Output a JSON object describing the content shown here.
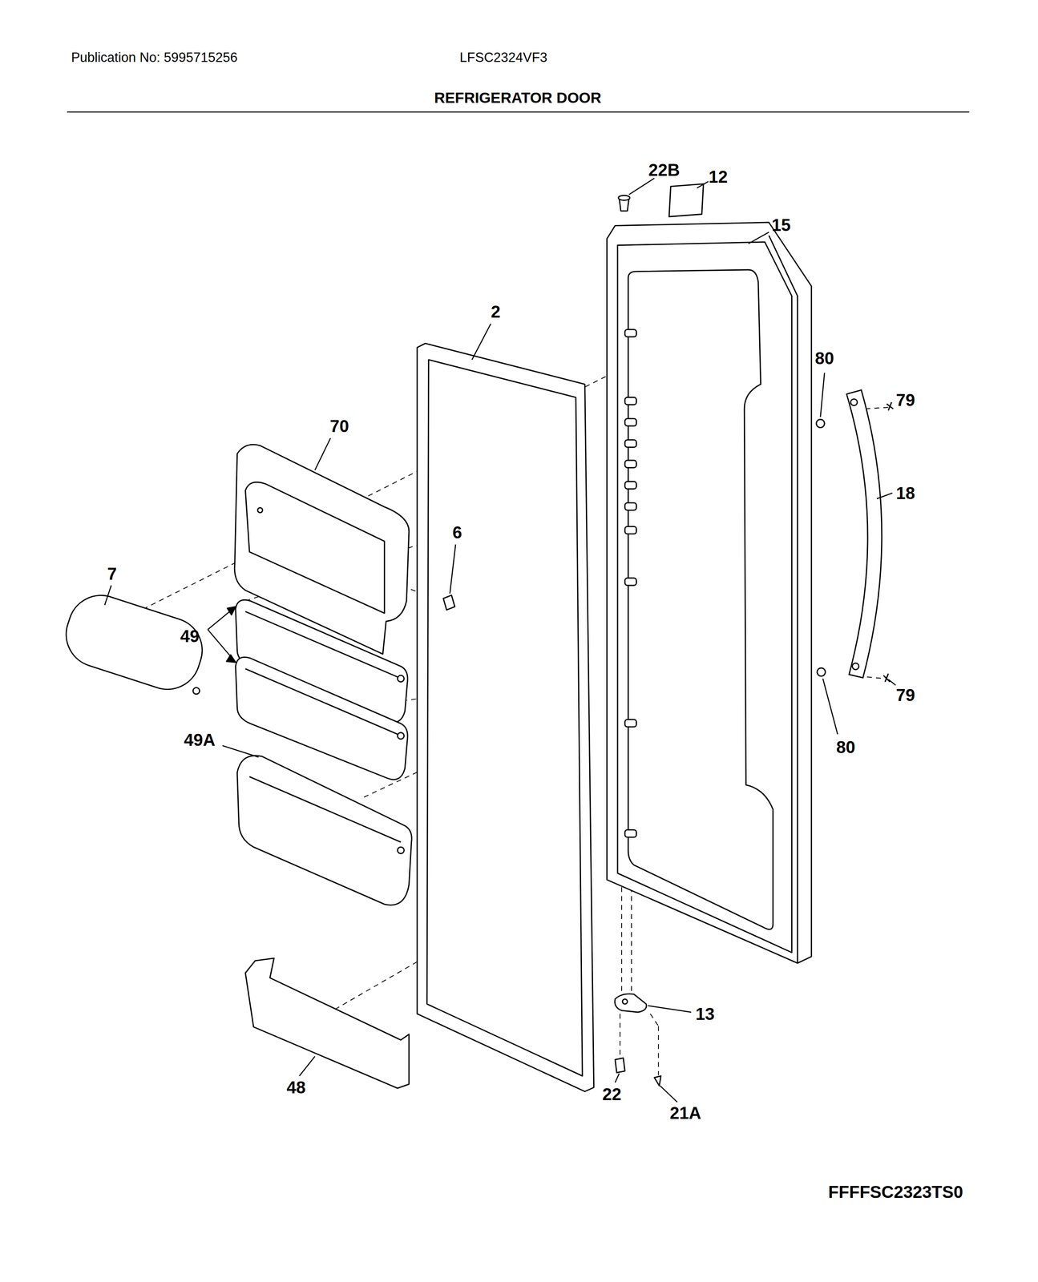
{
  "diagram": {
    "title": "REFRIGERATOR DOOR",
    "labels": [
      "Publication No: 5995715256",
      "LFSC2324VF3",
      "22B",
      "12",
      "15",
      "2",
      "80",
      "79",
      "70",
      "18",
      "6",
      "7",
      "49",
      "79",
      "49A",
      "80",
      "13",
      "48",
      "22",
      "21A",
      "FFFFSC2323TS0"
    ]
  }
}
